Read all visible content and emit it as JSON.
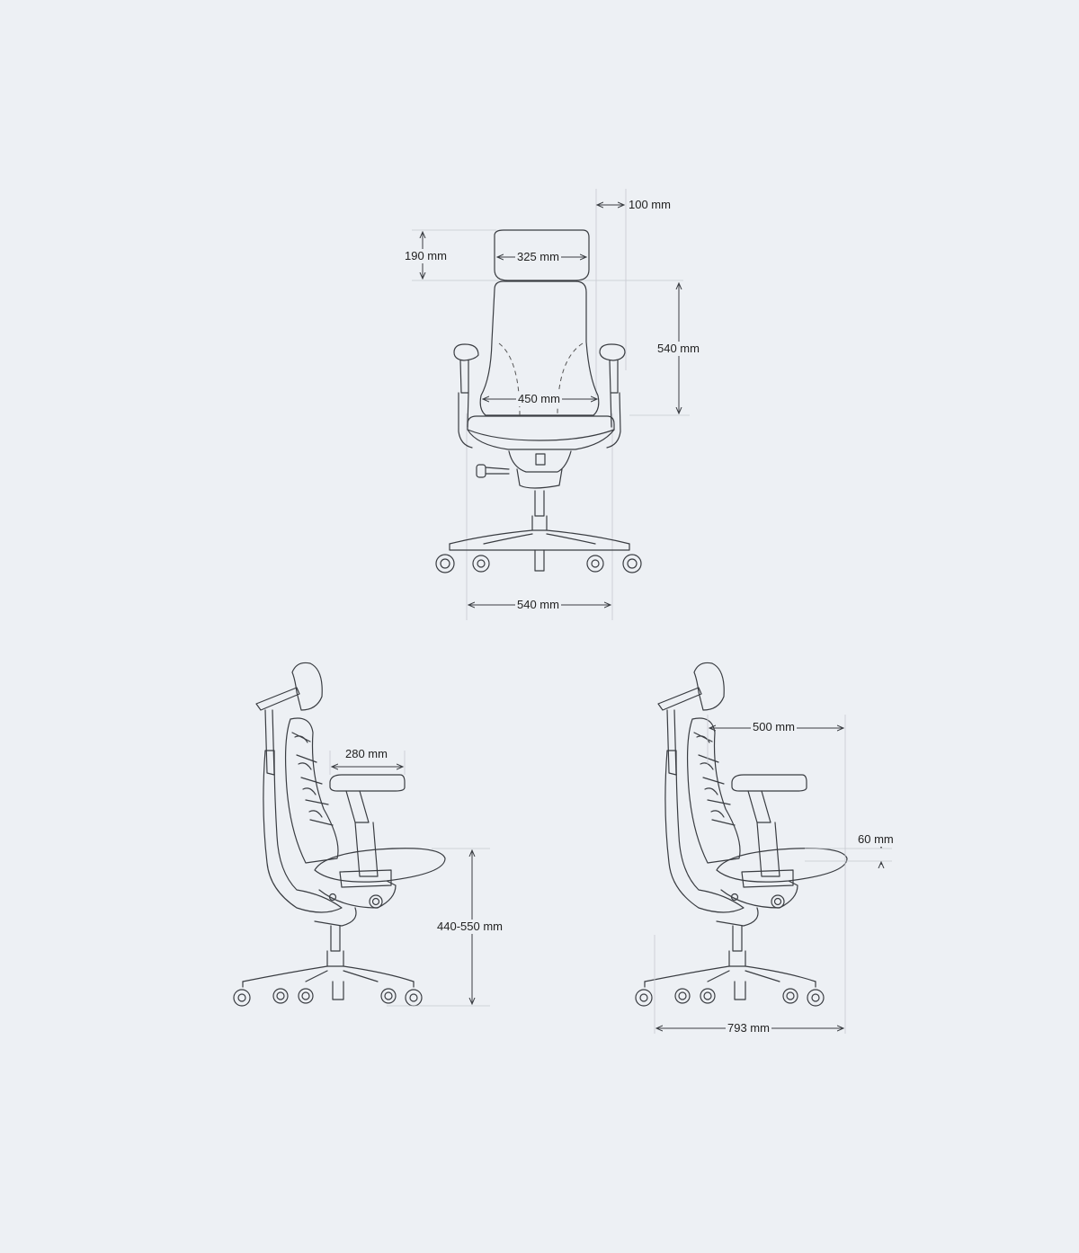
{
  "front_view": {
    "headrest_offset": "100 mm",
    "headrest_height": "190 mm",
    "headrest_width": "325 mm",
    "backrest_height": "540 mm",
    "seat_width": "450 mm",
    "base_width": "540 mm"
  },
  "side_view_left": {
    "armrest_depth": "280 mm",
    "seat_height": "440-550 mm"
  },
  "side_view_right": {
    "back_to_front": "500 mm",
    "seat_thickness": "60 mm",
    "overall_depth": "793 mm"
  },
  "colors": {
    "background": "#edf0f4",
    "line": "#3a3d42"
  }
}
